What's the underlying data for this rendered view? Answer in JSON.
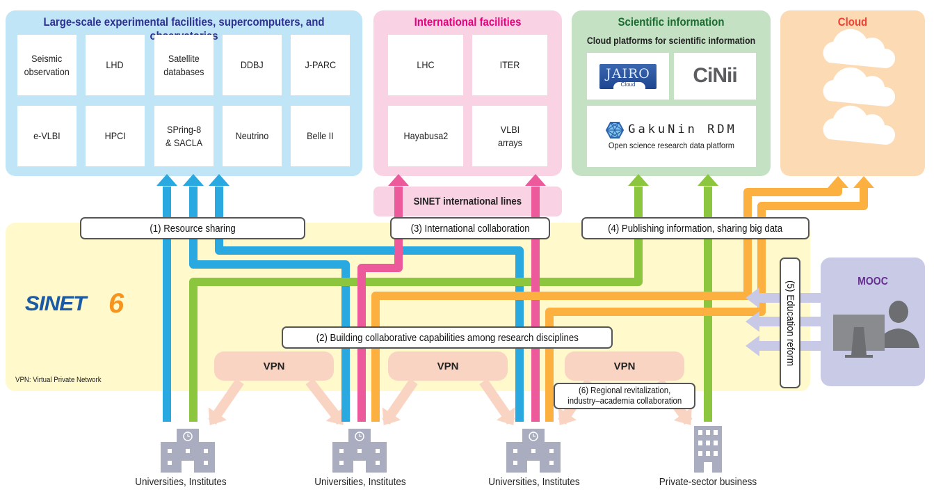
{
  "colors": {
    "research_blue": "#29a9e0",
    "international_pink": "#ec5a9c",
    "scientific_green": "#8cc63f",
    "cloud_orange": "#fbb040",
    "education_lavender": "#c7c9e6",
    "vpn_peach": "#fad4c3",
    "sinet_area": "#fff9cc",
    "building_gray": "#a9adbf"
  },
  "panels": {
    "facilities": {
      "title": "Large-scale experimental facilities, supercomputers, and observatories",
      "title_color": "#2e3192",
      "bg": "#bfe5f7",
      "cells": [
        "Seismic\nobservation",
        "LHD",
        "Satellite\ndatabases",
        "DDBJ",
        "J-PARC",
        "e-VLBI",
        "HPCI",
        "SPring-8\n& SACLA",
        "Neutrino",
        "Belle II"
      ]
    },
    "international": {
      "title": "International facilities",
      "title_color": "#e6007e",
      "bg": "#f9d3e4",
      "cells": [
        "LHC",
        "ITER",
        "Hayabusa2",
        "VLBI\narrays"
      ],
      "lines_label": "SINET international lines"
    },
    "scientific": {
      "title": "Scientific information",
      "title_color": "#1a6b2f",
      "subtitle": "Cloud platforms for scientific information",
      "bg": "#c4e2c3",
      "logos": {
        "jairo": "JAIRO",
        "jairo_sub": "Cloud",
        "cinii": "CiNii",
        "gakunin": "GakuNin RDM",
        "gakunin_sub": "Open science research data platform"
      }
    },
    "cloud": {
      "title": "Cloud",
      "title_color": "#ef4136",
      "bg": "#fcdbb4",
      "cloud_count": 3
    },
    "mooc": {
      "title": "MOOC",
      "title_color": "#662d91",
      "bg": "#c9cbe6"
    }
  },
  "sinet": {
    "logo_text": "SINET",
    "logo_number": "6",
    "footnote": "VPN: Virtual Private Network"
  },
  "labels": {
    "resource_sharing": "(1) Resource sharing",
    "building_capabilities": "(2) Building collaborative capabilities among research disciplines",
    "international_collab": "(3) International collaboration",
    "publishing": "(4) Publishing information, sharing big data",
    "education": "(5) Education reform",
    "regional_line1": "(6) Regional revitalization,",
    "regional_line2": "industry–academia collaboration"
  },
  "vpn_boxes": [
    "VPN",
    "VPN",
    "VPN"
  ],
  "endpoints": [
    "Universities, Institutes",
    "Universities, Institutes",
    "Universities, Institutes",
    "Private-sector business"
  ]
}
